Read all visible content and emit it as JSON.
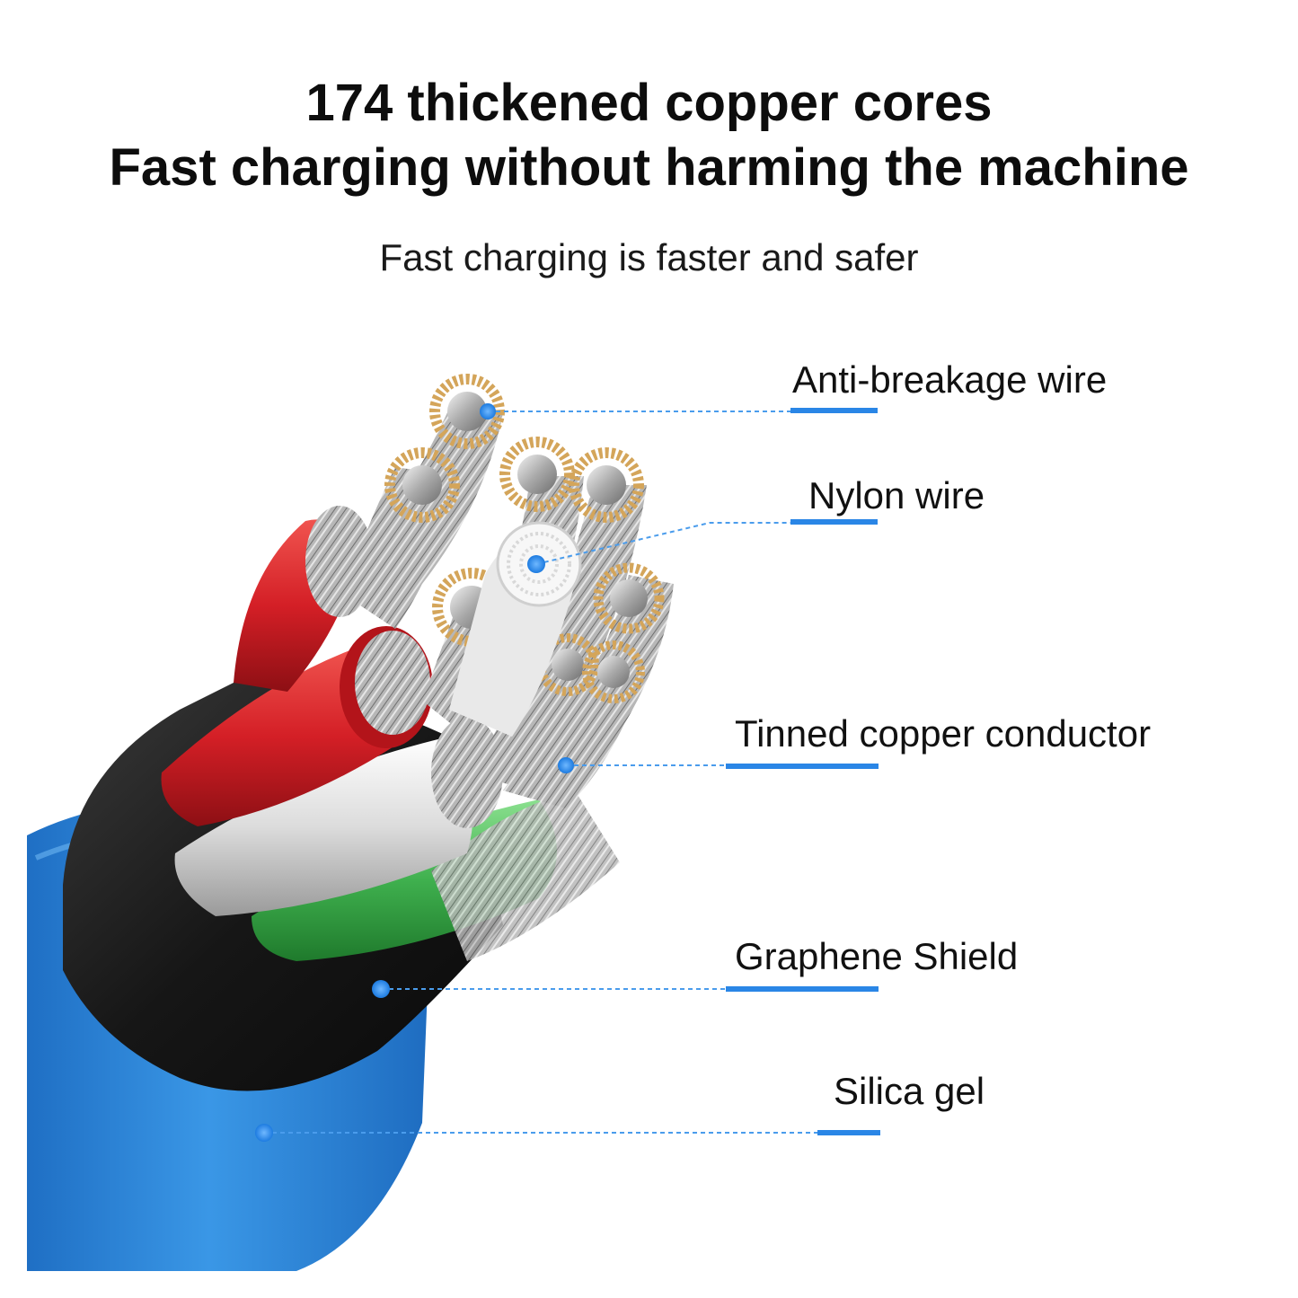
{
  "title": {
    "line1": "174 thickened copper cores",
    "line2": "Fast charging without harming the machine"
  },
  "subtitle": "Fast charging is faster and safer",
  "callouts": [
    {
      "label": "Anti-breakage wire"
    },
    {
      "label": "Nylon wire"
    },
    {
      "label": "Tinned copper conductor"
    },
    {
      "label": "Graphene Shield"
    },
    {
      "label": "Silica gel"
    }
  ],
  "colors": {
    "callout_accent": "#2a86e6",
    "jacket": "#2f8fe0",
    "shield": "#1b1b1b",
    "red_core": "#d8232a",
    "white_core": "#e8e8e8",
    "green_core": "#4bbf58",
    "copper": "#d4a55a",
    "tinned_wire": "#b8b8b8"
  }
}
